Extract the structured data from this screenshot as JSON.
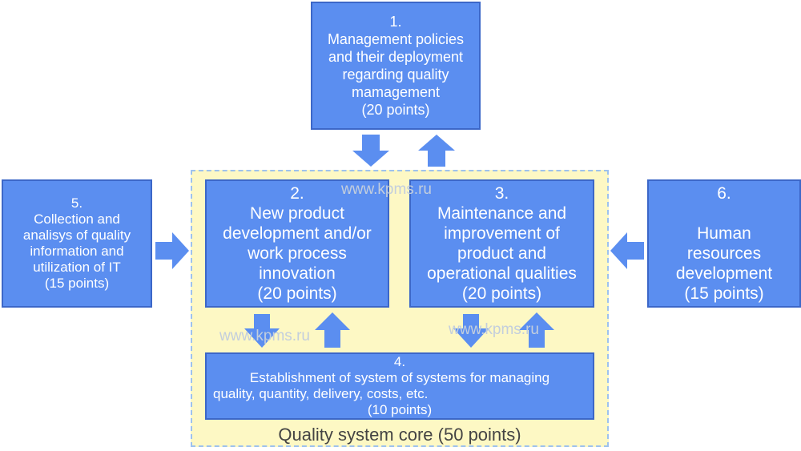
{
  "diagram": {
    "core_label": "Quality system core (50 points)",
    "watermark": "www.kpms.ru",
    "boxes": {
      "b1": {
        "num": "1.",
        "lines": [
          "Management policies",
          "and their deployment",
          "regarding quality",
          "mamagement"
        ],
        "points": "(20 points)"
      },
      "b2": {
        "num": "2.",
        "lines": [
          "New product",
          "development and/or",
          "work process",
          "innovation"
        ],
        "points": "(20 points)"
      },
      "b3": {
        "num": "3.",
        "lines": [
          "Maintenance and",
          "improvement of",
          "product and",
          "operational qualities"
        ],
        "points": "(20 points)"
      },
      "b4": {
        "num": "4.",
        "lines": [
          "Establishment of system of systems for managing",
          "quality, quantity, delivery, costs, etc."
        ],
        "points": "(10 points)"
      },
      "b5": {
        "num": "5.",
        "lines": [
          "Collection and",
          "analisys of quality",
          "information and",
          "utilization of IT"
        ],
        "points": "(15 points)"
      },
      "b6": {
        "num": "6.",
        "lines": [
          "",
          "Human",
          "resources",
          "development"
        ],
        "points": "(15 points)"
      }
    }
  },
  "colors": {
    "box_fill": "#5b8ef0",
    "box_border": "#3c67c8",
    "core_fill": "#fdf8c4",
    "core_border": "#9ec2ee",
    "arrow": "#5b8ef0",
    "watermark": "#c3cedd"
  }
}
